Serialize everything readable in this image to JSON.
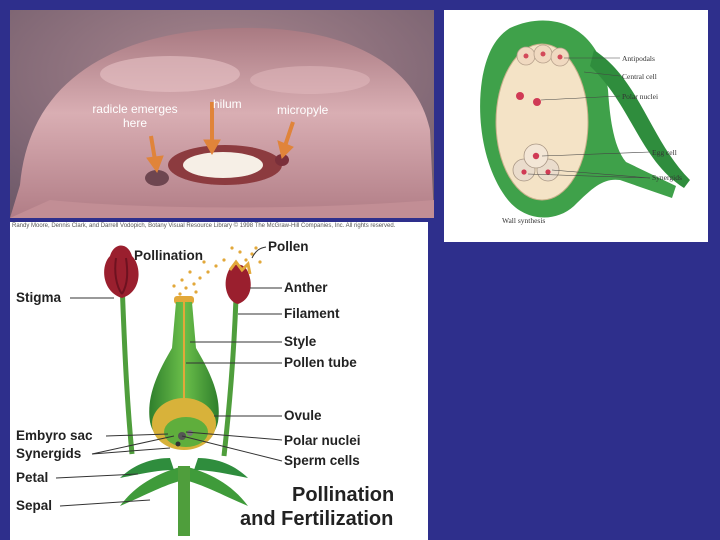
{
  "seed_photo": {
    "labels": {
      "radicle": "radicle emerges\nhere",
      "hilum": "hilum",
      "micropyle": "micropyle"
    }
  },
  "embryo_sac": {
    "labels": {
      "antipodals": "Antipodals",
      "central_cell": "Central cell",
      "polar_nuclei": "Polar nuclei",
      "egg_cell": "Egg cell",
      "synergids": "Synergids",
      "wall_synthesis": "Wall synthesis"
    }
  },
  "flower": {
    "credit": "Randy Moore, Dennis Clark, and Darrell Vodopich, Botany Visual Resource Library © 1998 The McGraw-Hill Companies, Inc. All rights reserved.",
    "labels": {
      "pollination": "Pollination",
      "pollen": "Pollen",
      "stigma": "Stigma",
      "anther": "Anther",
      "filament": "Filament",
      "style": "Style",
      "pollen_tube": "Pollen tube",
      "ovule": "Ovule",
      "embryo_sac": "Embyro sac",
      "polar_nuclei": "Polar nuclei",
      "synergids": "Synergids",
      "sperm_cells": "Sperm cells",
      "petal": "Petal",
      "sepal": "Sepal"
    },
    "title_line1": "Pollination",
    "title_line2": "and Fertilization"
  },
  "colors": {
    "background": "#2e2f8c",
    "seed_pink": "#c9979a",
    "arrow_orange": "#e0843a",
    "plant_green": "#3f9b3a",
    "petal_red": "#9a1f2e",
    "ovule_yellow": "#d8b23a"
  }
}
